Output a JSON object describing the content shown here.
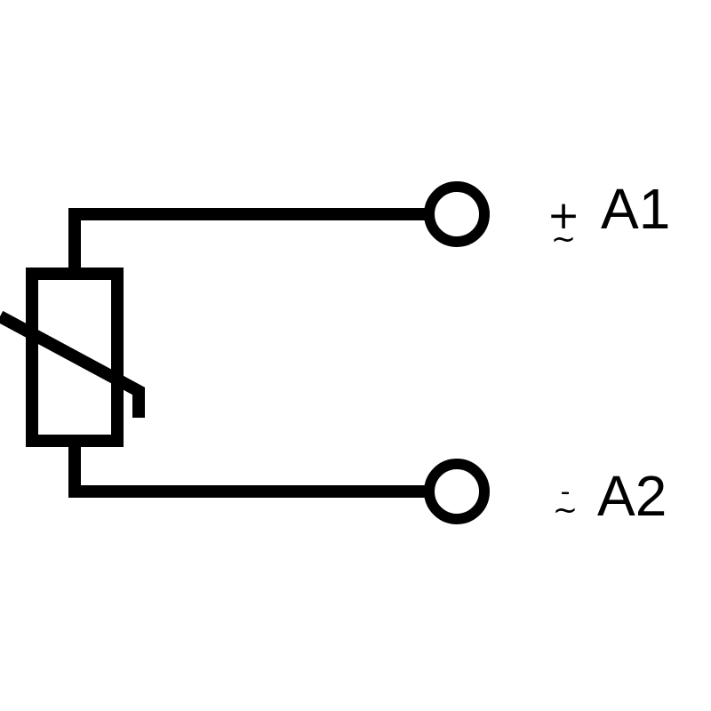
{
  "diagram": {
    "component": "varistor",
    "terminals": [
      {
        "id": "A1",
        "label": "A1",
        "polarity_top": "+",
        "polarity_bottom": "~"
      },
      {
        "id": "A2",
        "label": "A2",
        "polarity_top": "-",
        "polarity_bottom": "~"
      }
    ],
    "colors": {
      "stroke": "#000000",
      "background": "#ffffff"
    }
  }
}
